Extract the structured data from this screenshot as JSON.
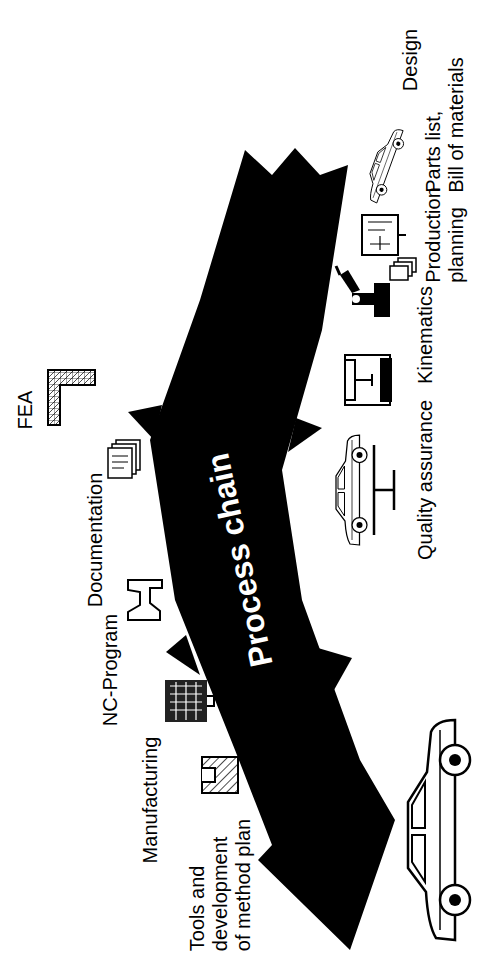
{
  "diagram": {
    "nodes": [
      {
        "text": [
          "Process chain"
        ]
      }
    ],
    "labels": [
      "Design",
      "Parts list, Bill of materials",
      "Production planning",
      "Kinematics",
      "Quality assurance",
      "FEA",
      "Documentation",
      "NC-Program",
      "Manufacturing",
      "Tools and development of method plan"
    ]
  }
}
